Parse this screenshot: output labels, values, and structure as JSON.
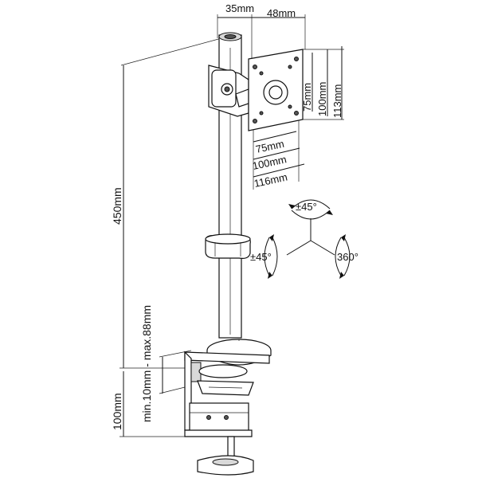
{
  "labels": {
    "offset_35": "35mm",
    "offset_48": "48mm",
    "vesa_v75": "75mm",
    "vesa_v100": "100mm",
    "plate_h113": "113mm",
    "vesa_h75": "75mm",
    "vesa_h100": "100mm",
    "plate_w116": "116mm",
    "pole_height": "450mm",
    "clamp_height": "100mm",
    "desk_thickness": "min.10mm - max.88mm",
    "tilt": "±45°",
    "swivel": "±45°",
    "rotate": "360°"
  }
}
